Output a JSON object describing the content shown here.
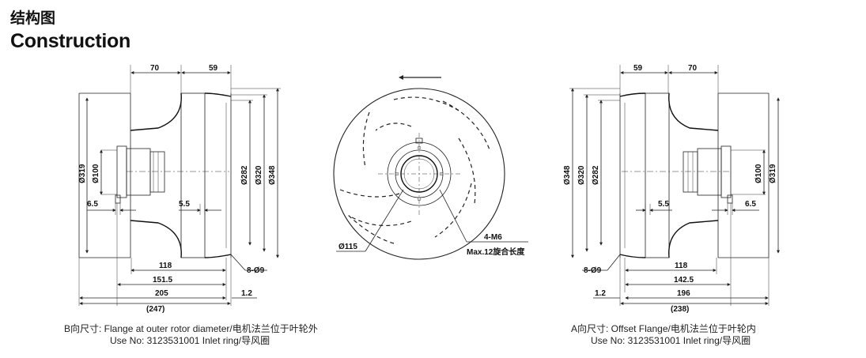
{
  "titles": {
    "cn": "结构图",
    "en": "Construction"
  },
  "left_view": {
    "dims": {
      "top_a": "70",
      "top_b": "59",
      "d319": "Ø319",
      "d100": "Ø100",
      "d282": "Ø282",
      "d320": "Ø320",
      "d348": "Ø348",
      "off_a": "6.5",
      "off_b": "5.5",
      "w118": "118",
      "w151": "151.5",
      "w205": "205",
      "w247": "(247)",
      "w12": "1.2",
      "holes": "8-Ø9"
    },
    "caption_line1": "B向尺寸: Flange at outer rotor diameter/电机法兰位于叶轮外",
    "caption_line2": "Use No: 3123531001 Inlet ring/导风圈"
  },
  "front_view": {
    "dims": {
      "d115": "Ø115",
      "thread": "4-M6",
      "depth": "Max.12旋合长度"
    }
  },
  "right_view": {
    "dims": {
      "top_a": "59",
      "top_b": "70",
      "d348": "Ø348",
      "d320": "Ø320",
      "d282": "Ø282",
      "d100": "Ø100",
      "d319": "Ø319",
      "off_a": "5.5",
      "off_b": "6.5",
      "w118": "118",
      "w142": "142.5",
      "w196": "196",
      "w238": "(238)",
      "w12": "1.2",
      "holes": "8-Ø9"
    },
    "caption_line1": "A向尺寸: Offset Flange/电机法兰位于叶轮内",
    "caption_line2": "Use No: 3123531001 Inlet ring/导风圈"
  }
}
